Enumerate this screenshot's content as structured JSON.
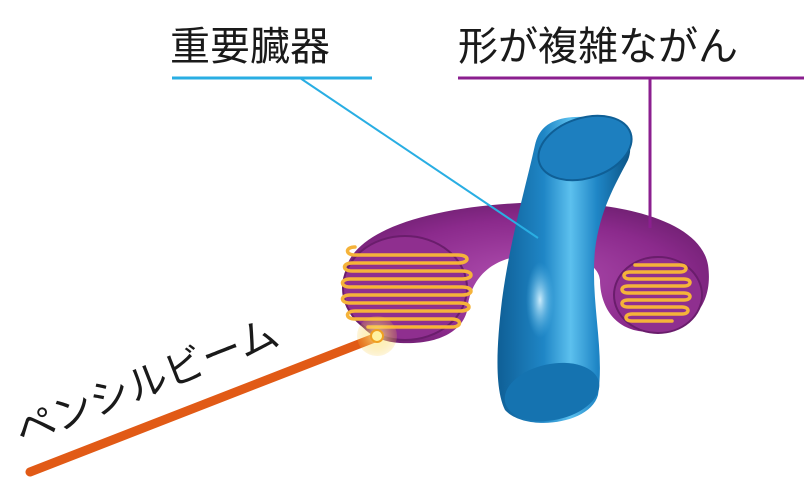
{
  "labels": {
    "organ": "重要臓器",
    "tumor": "形が複雑ながん",
    "beam": "ペンシルビーム"
  },
  "colors": {
    "organ": "#1f86c6",
    "organ_line": "#29aee3",
    "tumor": "#8b2a8c",
    "tumor_line": "#8b1f8f",
    "scan_wave": "#f5b33a",
    "beam": "#e15a16",
    "beam_spot": "#f7c83a"
  }
}
